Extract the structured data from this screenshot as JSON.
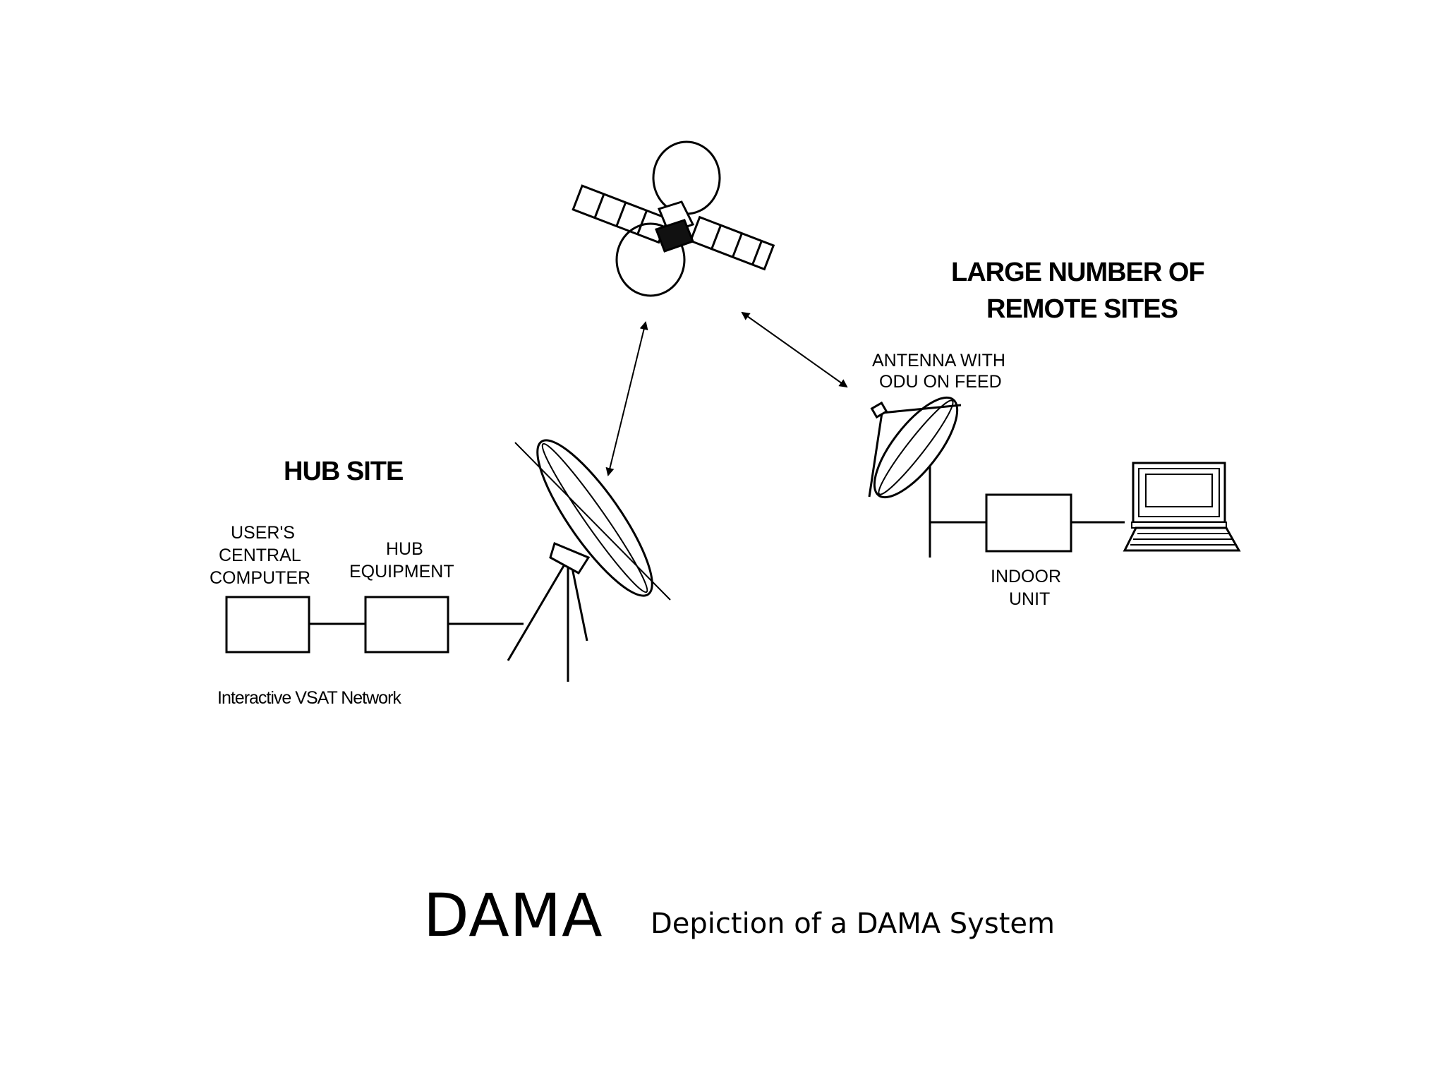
{
  "labels": {
    "hub_site": "HUB SITE",
    "remote_line1": "LARGE NUMBER OF",
    "remote_line2": "REMOTE SITES",
    "antenna_line1": "ANTENNA WITH",
    "antenna_line2": "ODU ON FEED",
    "users_line1": "USER'S",
    "users_line2": "CENTRAL",
    "users_line3": "COMPUTER",
    "hub_equipment_line1": "HUB",
    "hub_equipment_line2": "EQUIPMENT",
    "indoor_unit_line1": "INDOOR",
    "indoor_unit_line2": "UNIT",
    "network": "Interactive VSAT Network"
  },
  "caption": {
    "title": "DAMA",
    "subtitle": "Depiction of a DAMA System"
  },
  "icons": {
    "satellite": "satellite-icon",
    "hub_dish": "hub-dish-icon",
    "remote_dish": "remote-dish-icon",
    "computer": "computer-icon"
  }
}
